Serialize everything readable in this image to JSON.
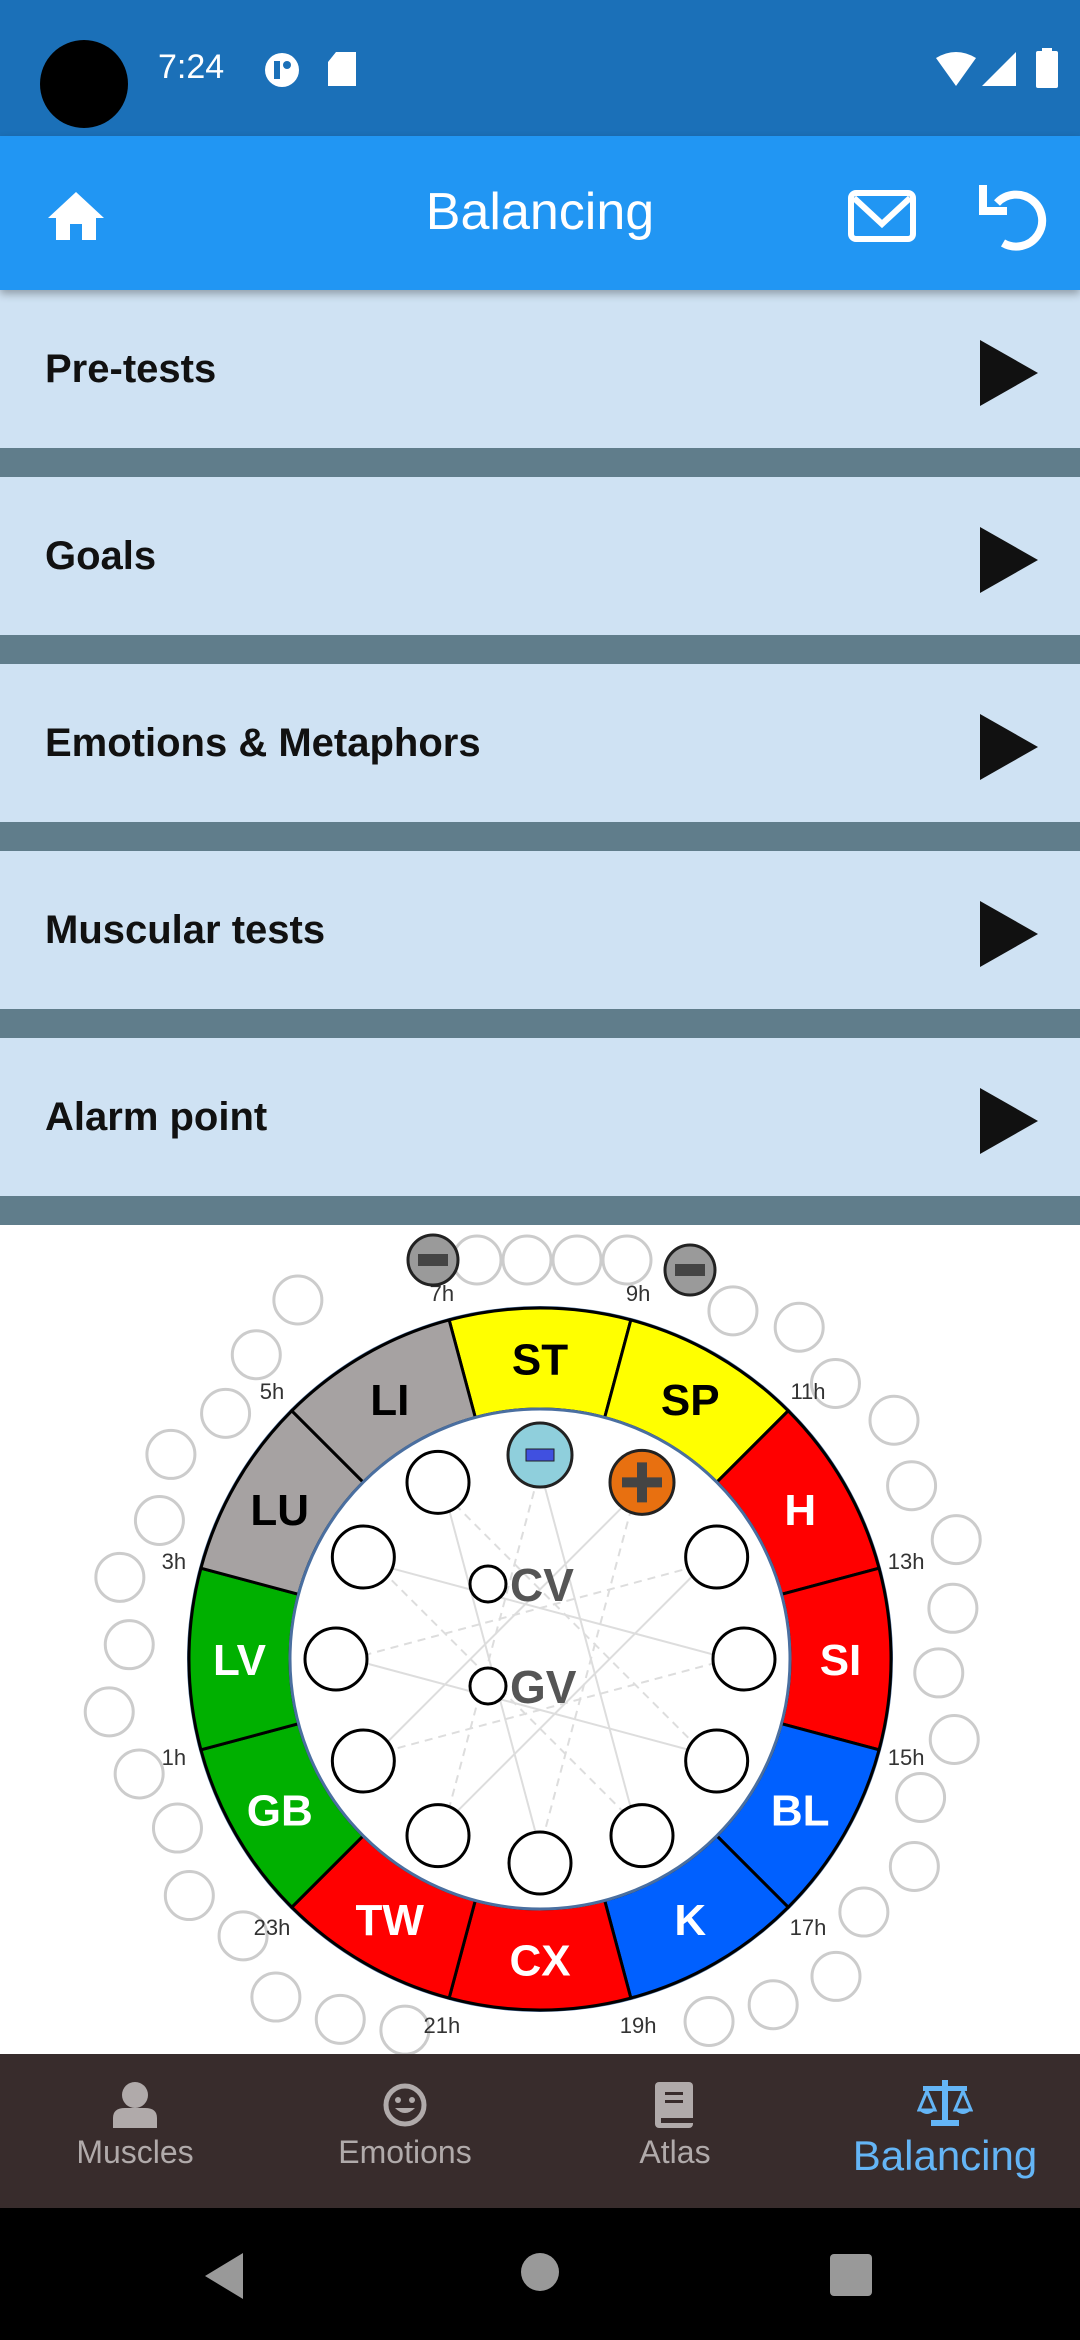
{
  "status_bar": {
    "time": "7:24"
  },
  "app_bar": {
    "title": "Balancing"
  },
  "sections": [
    {
      "label": "Pre-tests"
    },
    {
      "label": "Goals"
    },
    {
      "label": "Emotions & Metaphors"
    },
    {
      "label": "Muscular tests"
    },
    {
      "label": "Alarm point"
    }
  ],
  "wheel": {
    "segments": [
      {
        "label": "ST",
        "color": "#ffff00",
        "text": "#000000"
      },
      {
        "label": "SP",
        "color": "#ffff00",
        "text": "#000000"
      },
      {
        "label": "H",
        "color": "#ff0000",
        "text": "#ffffff"
      },
      {
        "label": "SI",
        "color": "#ff0000",
        "text": "#ffffff"
      },
      {
        "label": "BL",
        "color": "#0060ff",
        "text": "#ffffff"
      },
      {
        "label": "K",
        "color": "#0060ff",
        "text": "#ffffff"
      },
      {
        "label": "CX",
        "color": "#ff0000",
        "text": "#ffffff"
      },
      {
        "label": "TW",
        "color": "#ff0000",
        "text": "#ffffff"
      },
      {
        "label": "GB",
        "color": "#00b000",
        "text": "#ffffff"
      },
      {
        "label": "LV",
        "color": "#00b000",
        "text": "#ffffff"
      },
      {
        "label": "LU",
        "color": "#a6a2a2",
        "text": "#000000"
      },
      {
        "label": "LI",
        "color": "#a6a2a2",
        "text": "#000000"
      }
    ],
    "hours": [
      "9h",
      "11h",
      "13h",
      "15h",
      "17h",
      "19h",
      "21h",
      "23h",
      "1h",
      "3h",
      "5h",
      "7h"
    ],
    "center": {
      "cv": "CV",
      "gv": "GV"
    }
  },
  "bottom_nav": {
    "items": [
      {
        "label": "Muscles",
        "icon": "person-icon"
      },
      {
        "label": "Emotions",
        "icon": "smiley-icon"
      },
      {
        "label": "Atlas",
        "icon": "book-icon"
      },
      {
        "label": "Balancing",
        "icon": "scale-icon",
        "active": true
      }
    ]
  },
  "colors": {
    "accent": "#2196f3",
    "status": "#1b70b8",
    "row": "#cfe2f3",
    "separator": "#607d8b",
    "nav": "#382c2c",
    "active": "#64b5f6"
  }
}
